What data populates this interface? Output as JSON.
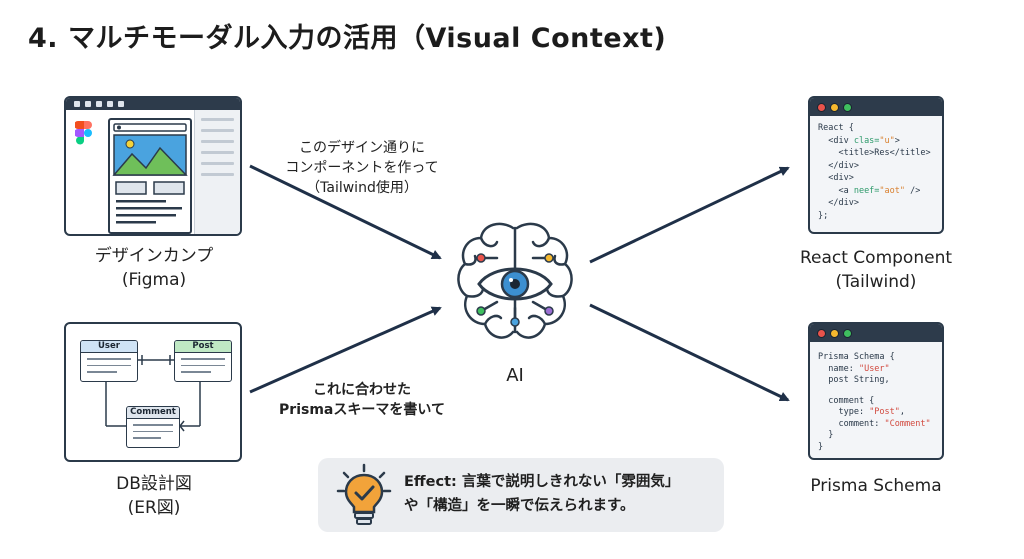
{
  "title": "4. マルチモーダル入力の活用（Visual Context)",
  "inputs": {
    "design": {
      "label_line1": "デザインカンプ",
      "label_line2": "(Figma)"
    },
    "db": {
      "label_line1": "DB設計図",
      "label_line2": "(ER図)"
    }
  },
  "instructions": {
    "top": {
      "line1": "このデザイン通りに",
      "line2": "コンポーネントを作って",
      "line3": "（Tailwind使用）"
    },
    "bottom": {
      "line1": "これに合わせた",
      "line2": "Prismaスキーマを書いて"
    }
  },
  "center": {
    "label": "AI"
  },
  "er_diagram": {
    "entity_user": "User",
    "entity_post": "Post",
    "entity_comment": "Comment"
  },
  "outputs": {
    "react": {
      "label_line1": "React Component",
      "label_line2": "(Tailwind)",
      "code": {
        "l1": "React {",
        "l2_pre": "  <div ",
        "l2_attr": "clas=",
        "l2_val": "\"u\"",
        "l2_post": ">",
        "l3": "    <title>Res</title>",
        "l4": "  </div>",
        "l5": "  <div>",
        "l6_pre": "    <a ",
        "l6_attr": "neef=",
        "l6_val": "\"aot\"",
        "l6_post": " />",
        "l7": "  </div>",
        "l8": "};"
      }
    },
    "prisma": {
      "label": "Prisma Schema",
      "code": {
        "l1": "Prisma Schema {",
        "l2_pre": "  name: ",
        "l2_val": "\"User\"",
        "l3": "  post String,",
        "l4": "  comment {",
        "l5_pre": "    type: ",
        "l5_val": "\"Post\"",
        "l5_post": ",",
        "l6_pre": "    comment: ",
        "l6_val": "\"Comment\"",
        "l7": "  }",
        "l8": "}"
      }
    }
  },
  "effect": {
    "line1": "Effect: 言葉で説明しきれない「雰囲気」",
    "line2": "や「構造」を一瞬で伝えられます。"
  },
  "colors": {
    "navy": "#2b3a4a",
    "sky": "#4aa3df",
    "mountain": "#6fbf5a",
    "user_header": "#cfe3f5",
    "post_header": "#bfe8c4",
    "comment_header": "#dfe6ee",
    "dot_red": "#e9534b",
    "dot_yellow": "#f5b82e",
    "dot_green": "#3fbf5f",
    "bulb": "#f2a33a",
    "effect_bg": "#ebedf0"
  }
}
